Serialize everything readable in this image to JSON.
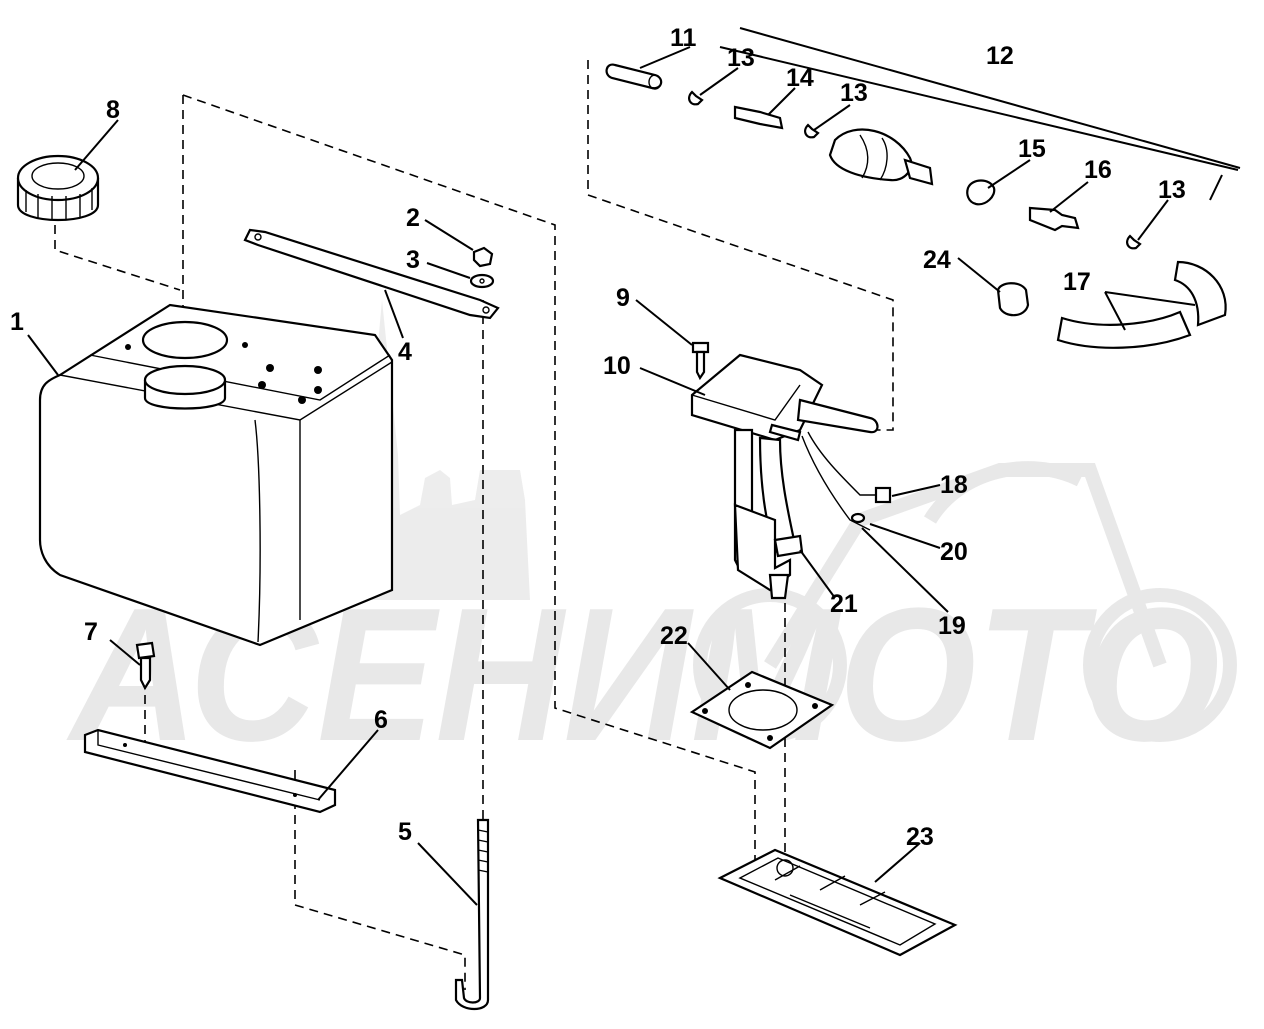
{
  "watermark": {
    "text": "АСЕНИМОТО"
  },
  "parts": [
    {
      "id": "1",
      "label": "1"
    },
    {
      "id": "2",
      "label": "2"
    },
    {
      "id": "3",
      "label": "3"
    },
    {
      "id": "4",
      "label": "4"
    },
    {
      "id": "5",
      "label": "5"
    },
    {
      "id": "6",
      "label": "6"
    },
    {
      "id": "7",
      "label": "7"
    },
    {
      "id": "8",
      "label": "8"
    },
    {
      "id": "9",
      "label": "9"
    },
    {
      "id": "10",
      "label": "10"
    },
    {
      "id": "11",
      "label": "11"
    },
    {
      "id": "12",
      "label": "12"
    },
    {
      "id": "13a",
      "label": "13"
    },
    {
      "id": "13b",
      "label": "13"
    },
    {
      "id": "13c",
      "label": "13"
    },
    {
      "id": "14",
      "label": "14"
    },
    {
      "id": "15",
      "label": "15"
    },
    {
      "id": "16",
      "label": "16"
    },
    {
      "id": "17",
      "label": "17"
    },
    {
      "id": "18",
      "label": "18"
    },
    {
      "id": "19",
      "label": "19"
    },
    {
      "id": "20",
      "label": "20"
    },
    {
      "id": "21",
      "label": "21"
    },
    {
      "id": "22",
      "label": "22"
    },
    {
      "id": "23",
      "label": "23"
    },
    {
      "id": "24",
      "label": "24"
    }
  ]
}
